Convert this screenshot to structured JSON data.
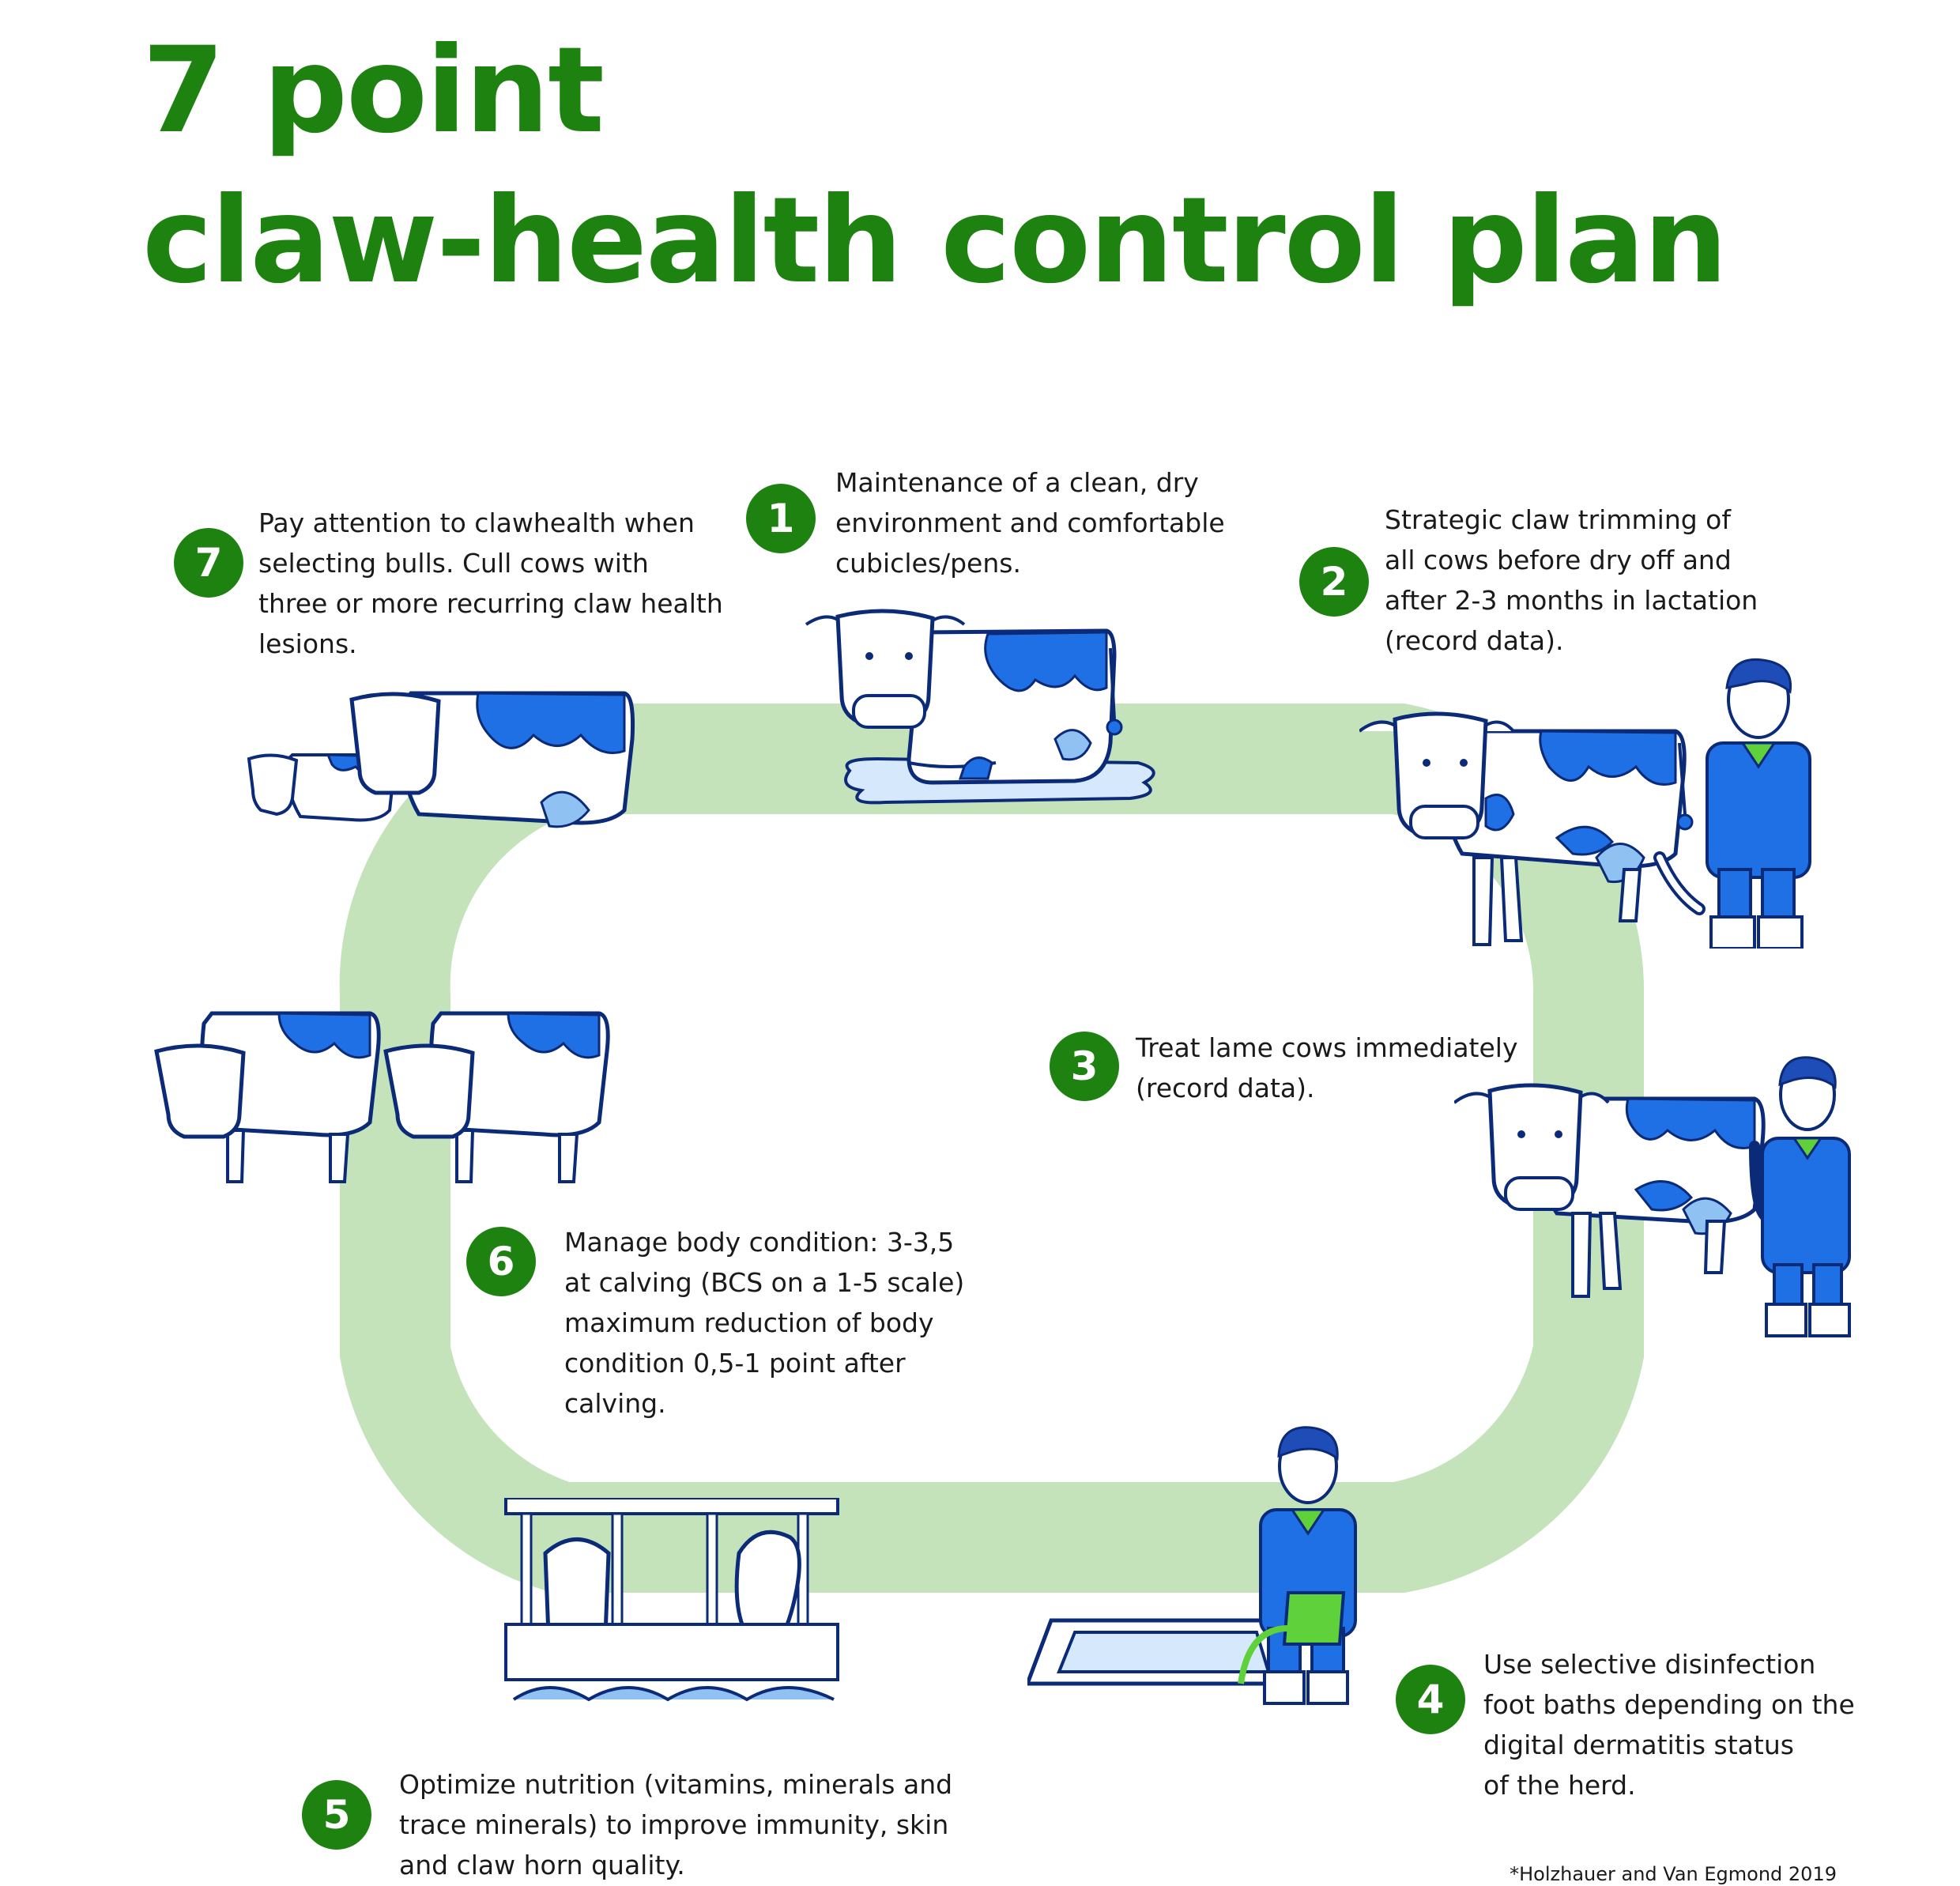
{
  "title": {
    "line1": "7 point",
    "line2": "claw-health control plan"
  },
  "steps": [
    {
      "number": "1",
      "text": "Maintenance of a clean, dry\nenvironment and comfortable\ncubicles/pens."
    },
    {
      "number": "2",
      "text": "Strategic claw trimming of\nall cows before dry off and\nafter 2-3 months in lactation\n(record data)."
    },
    {
      "number": "3",
      "text": "Treat lame cows immediately\n(record data)."
    },
    {
      "number": "4",
      "text": "Use selective disinfection\nfoot baths depending on the\ndigital dermatitis status\nof the herd."
    },
    {
      "number": "5",
      "text": "Optimize nutrition (vitamins, minerals and\ntrace minerals) to improve immunity, skin\nand claw horn quality."
    },
    {
      "number": "6",
      "text": "Manage body condition: 3-3,5\nat calving (BCS on a 1-5 scale)\nmaximum reduction of body\ncondition 0,5-1 point after\ncalving."
    },
    {
      "number": "7",
      "text": "Pay attention to clawhealth when\nselecting bulls. Cull cows with\nthree or more recurring claw health\nlesions."
    }
  ],
  "source": "*Holzhauer and Van Egmond 2019",
  "colors": {
    "title_green": "#1e8210",
    "badge_green": "#1e8210",
    "track_green": "#c4e3bb",
    "cow_blue": "#1f6fe5",
    "light_blue": "#8fc1f2",
    "outline_navy": "#0b2a78"
  }
}
